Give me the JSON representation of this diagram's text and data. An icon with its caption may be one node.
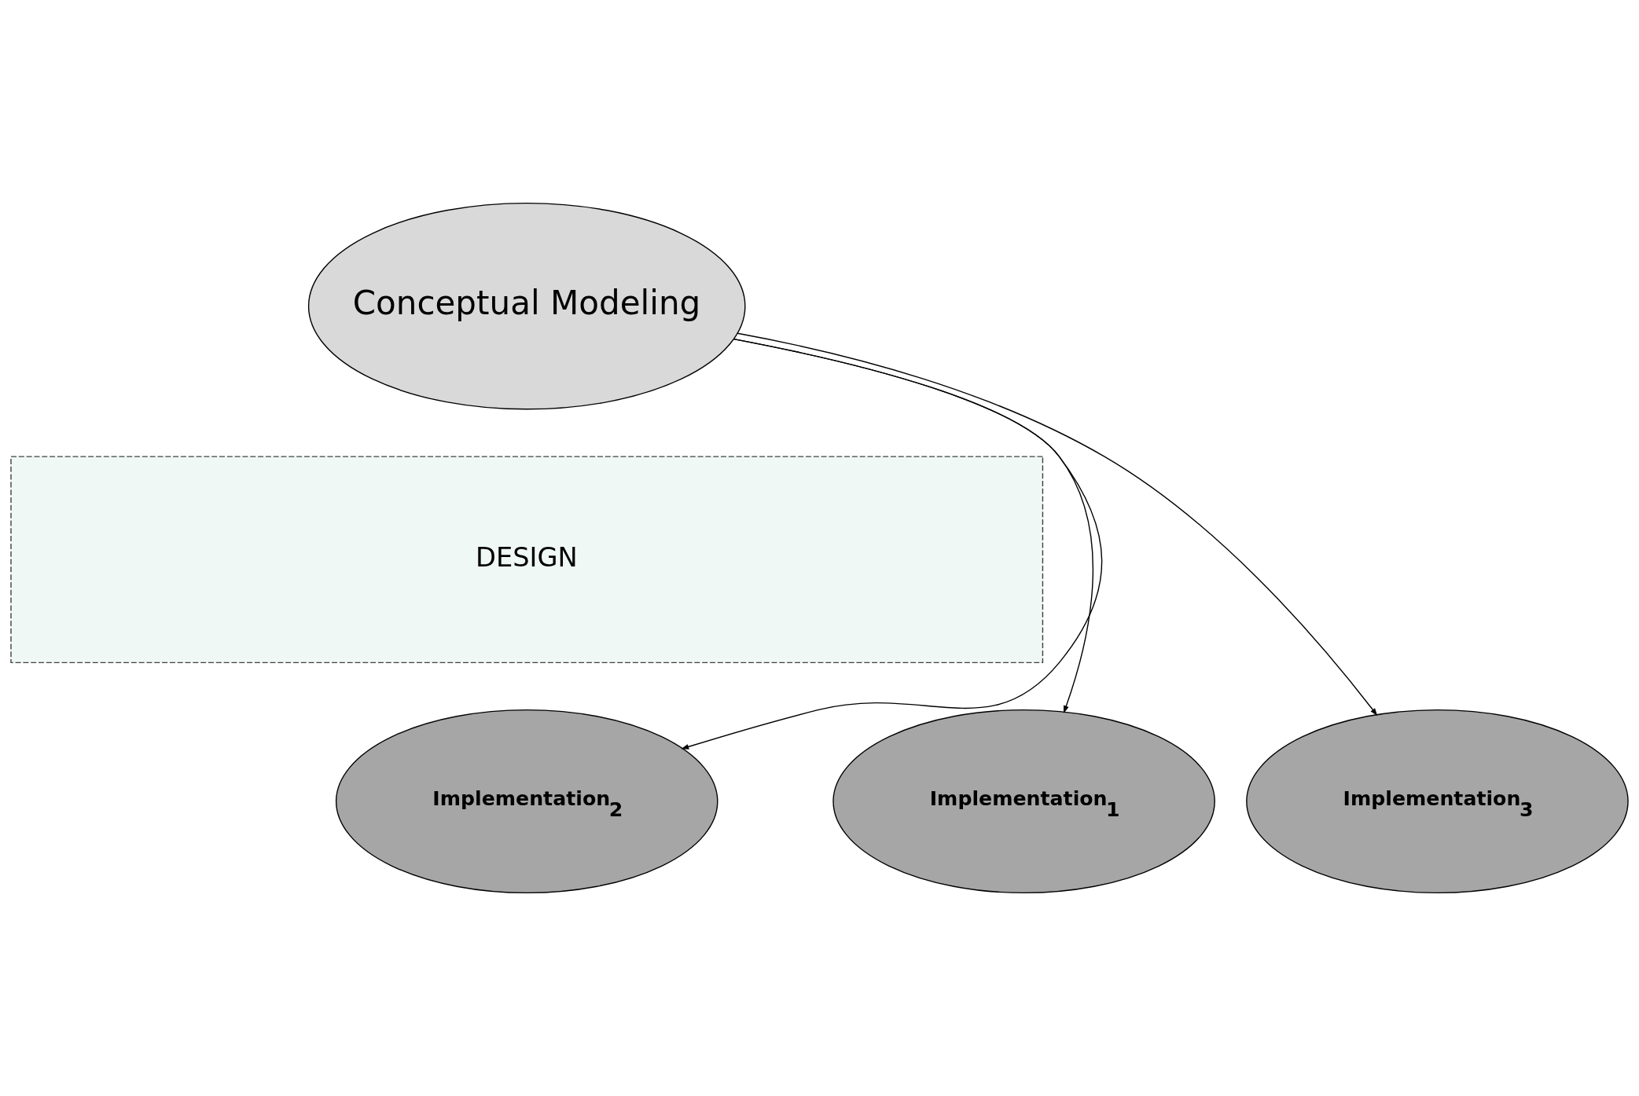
{
  "diagram": {
    "nodes": [
      {
        "text": [
          "Conceptual Modeling"
        ]
      },
      {
        "text": [
          "DESIGN"
        ]
      },
      {
        "text": [
          "**Implementation$_{1}$**"
        ]
      },
      {
        "text": [
          "**Implementation$_{2}$**"
        ]
      },
      {
        "text": [
          "**Implementation$_{3}$**"
        ]
      }
    ],
    "edges": [
      {
        "from": 0,
        "to": 2,
        "arrow": "to"
      },
      {
        "from": 0,
        "to": 3,
        "arrow": "to"
      },
      {
        "from": 0,
        "to": 4,
        "arrow": "to"
      }
    ]
  }
}
